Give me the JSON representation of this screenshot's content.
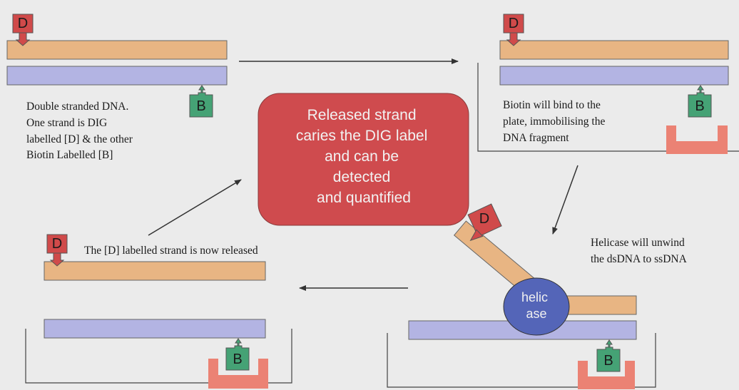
{
  "colors": {
    "background": "#ebebeb",
    "dig_strand": "#e8b583",
    "biotin_strand": "#b3b4e3",
    "dig_tag": "#d04a4a",
    "biotin_tag": "#45a275",
    "plate_binder": "#eb8274",
    "released_box": "#cf4b4e",
    "helicase": "#5465b8"
  },
  "tags": {
    "dig": "D",
    "biotin": "B"
  },
  "captions": {
    "step1": [
      "Double stranded DNA.",
      "One strand is DIG",
      "labelled [D] & the other",
      "Biotin Labelled [B]"
    ],
    "step2": [
      "Biotin will bind to the",
      "plate, immobilising the",
      "DNA fragment"
    ],
    "step3": [
      "Helicase will unwind",
      "the dsDNA to ssDNA"
    ],
    "step4": "The [D] labelled strand is now released"
  },
  "released_box": [
    "Released strand",
    "caries the DIG label",
    "and can be",
    "detected",
    "and quantified"
  ],
  "helicase": [
    "helic",
    "ase"
  ]
}
